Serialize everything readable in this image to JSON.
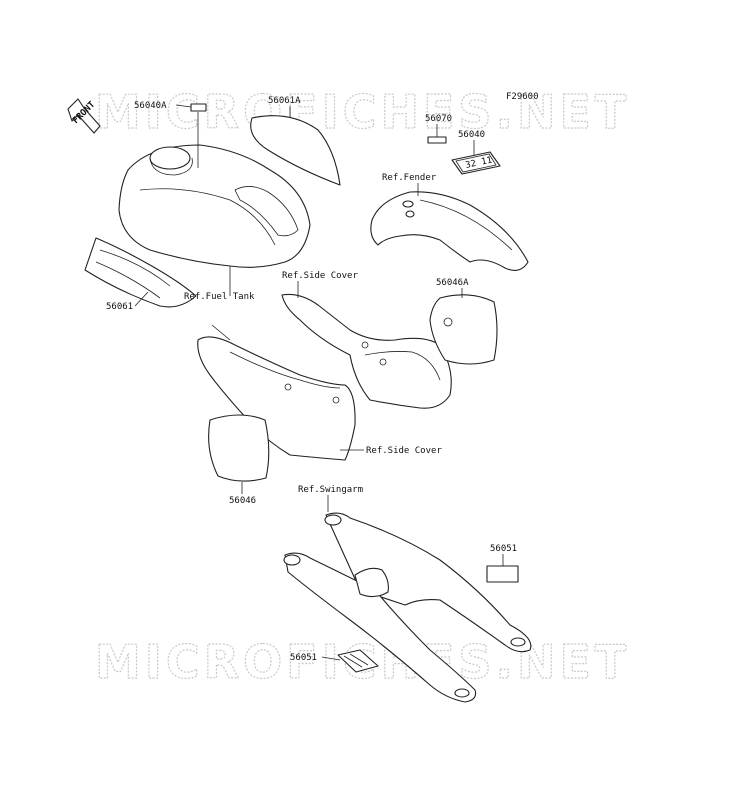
{
  "figure_code": "F29600",
  "watermark": "MICROFICHES.NET",
  "front_arrow": "FRONT",
  "decal_plate_text": "32 11",
  "callouts": {
    "p56040A": "56040A",
    "p56061A": "56061A",
    "p56070": "56070",
    "p56040": "56040",
    "p56061": "56061",
    "p56046A": "56046A",
    "p56046": "56046",
    "p56051_right": "56051",
    "p56051_bottom": "56051"
  },
  "references": {
    "fender": "Ref.Fender",
    "fuel_tank": "Ref.Fuel Tank",
    "side_cover_top": "Ref.Side Cover",
    "side_cover_bottom": "Ref.Side Cover",
    "swingarm": "Ref.Swingarm"
  }
}
